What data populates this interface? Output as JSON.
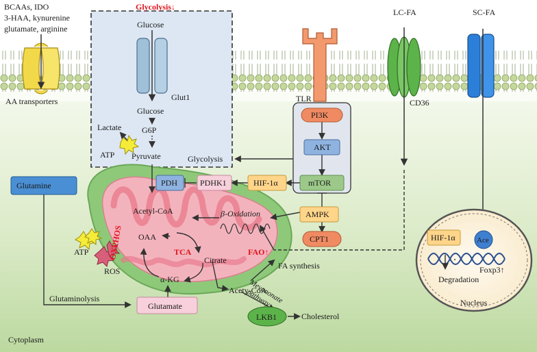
{
  "labels": {
    "aa_sources_line1": "BCAAs, IDO",
    "aa_sources_line2": "3-HAA, kynurenine",
    "aa_sources_line3": "glutamate, arginine",
    "aa_transporters": "AA transporters",
    "glycolysis_down": "Glycolysis↓",
    "glucose_top": "Glucose",
    "glut1": "Glut1",
    "glucose_inner": "Glucose",
    "g6p": "G6P",
    "lactate": "Lactate",
    "atp_glycolysis": "ATP",
    "pyruvate": "Pyruvate",
    "glycolysis": "Glycolysis",
    "tlr": "TLR",
    "lcfa": "LC-FA",
    "cd36": "CD36",
    "scfa": "SC-FA",
    "pi3k": "PI3K",
    "akt": "AKT",
    "mtor": "mTOR",
    "hif1a": "HIF-1α",
    "pdhk1": "PDHK1",
    "pdh": "PDH",
    "ampk": "AMPK",
    "cpt1": "CPT1",
    "glutamine": "Glutamine",
    "acetyl_coa": "Acetyl-CoA",
    "beta_oxidation": "β-Oxidation",
    "oxphos": "OXPHOS",
    "oaa": "OAA",
    "atp_oxphos": "ATP",
    "tca": "TCA",
    "citrate": "Citrate",
    "fao_up": "FAO↑",
    "ros": "ROS",
    "akg": "α-KG",
    "acety_coa": "Acety-CoA",
    "fa_synthesis": "FA synthesis",
    "mevalonate_line1": "Mevanonate",
    "mevalonate_line2": "pathway",
    "glutaminolysis": "Glutaminolysis",
    "glutamate": "Glutamate",
    "lkb1": "LKB1",
    "cholesterol": "Cholesterol",
    "nucleus_hif1a": "HIF-1α",
    "ace": "Ace",
    "foxp3": "Foxp3↑",
    "degradation": "Degradation",
    "nucleus": "Nucleus",
    "cytoplasm": "Cytoplasm"
  },
  "colors": {
    "membrane_head": "#c9dba0",
    "cytoplasm_top": "#f3f8ec",
    "cytoplasm_bottom": "#b8d89c",
    "glycolysis_box": "#dce6f2",
    "mito_outer": "#8ec97a",
    "mito_inner": "#f3b3bd",
    "blue_box": "#8fb3e0",
    "orange_box": "#ffd58a",
    "pink_box": "#f7d0dc",
    "green_box": "#9cc98a",
    "salmon_oval": "#f08a62",
    "red_text": "#e0151b"
  }
}
